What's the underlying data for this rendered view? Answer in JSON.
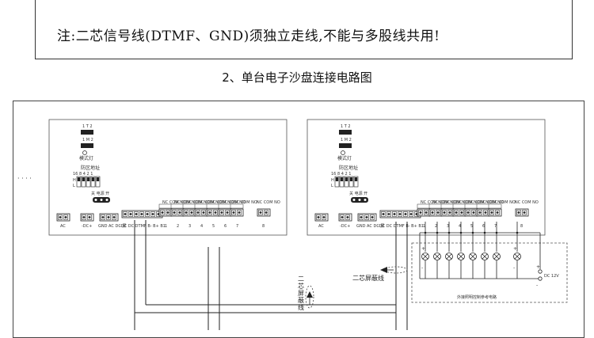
{
  "note": {
    "text": "注:二芯信号线(DTMF、GND)须独立走线,不能与多股线共用!"
  },
  "section": {
    "title": "2、单台电子沙盘连接电路图"
  },
  "board": {
    "ellipsis": "· · · ·",
    "jumper_1": "1 T 2",
    "jumper_2": "1 M 2",
    "mode_light": "模式灯",
    "zone_address": "防区地址",
    "dip_numbers": "16 8 4 2 1",
    "dip_h": "H",
    "dip_l": "L",
    "power_switch": "关 电源 开",
    "ac_label": "AC",
    "dc_label": "-DC+",
    "gnd_ac_dc_label": "GND AC DC 屏",
    "signal_label": "-DC DC DTMF B- B+ B1",
    "channel_numbers": [
      "1",
      "2",
      "3",
      "4",
      "5",
      "6",
      "7",
      "8"
    ]
  },
  "annotations": {
    "cable_right": "二芯屏蔽线",
    "cable_vertical": "二芯屏蔽线",
    "dc_12v": "DC 12V",
    "plus": "+",
    "minus": "-",
    "reference_circuit": "外接照明控制参考电路"
  }
}
